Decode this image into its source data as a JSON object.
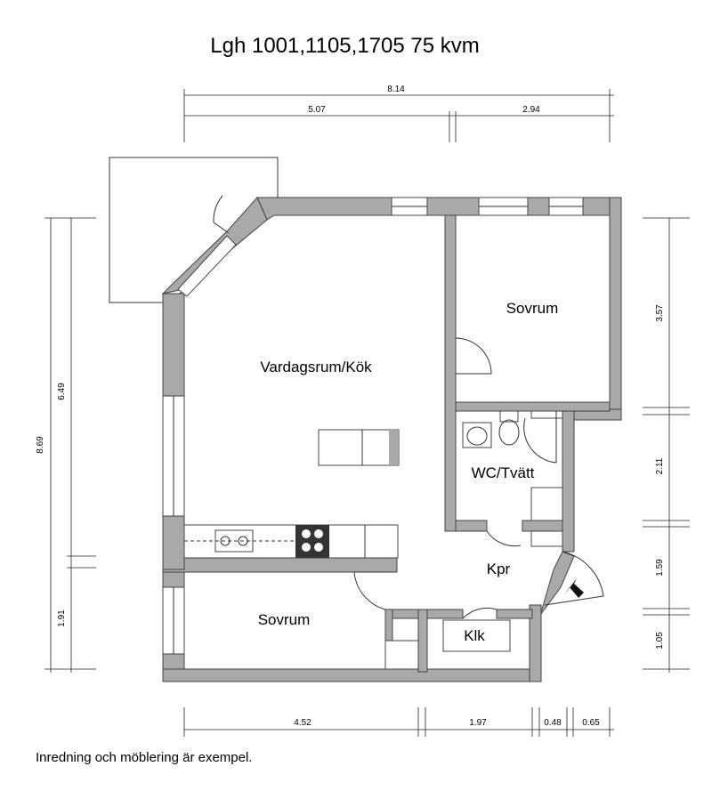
{
  "title": "Lgh 1001,1105,1705 75 kvm",
  "footer": "Inredning och möblering är exempel.",
  "rooms": {
    "living": "Vardagsrum/Kök",
    "bedroom_top": "Sovrum",
    "wc": "WC/Tvätt",
    "hall": "Kpr",
    "bedroom_bottom": "Sovrum",
    "closet": "Klk"
  },
  "dimensions": {
    "top_total": "8.14",
    "top_left": "5.07",
    "top_right": "2.94",
    "left_total": "8.69",
    "left_upper": "6.49",
    "left_lower": "1.91",
    "right_1": "3.57",
    "right_2": "2.11",
    "right_3": "1.59",
    "right_4": "1.05",
    "bottom_1": "4.52",
    "bottom_2": "1.97",
    "bottom_3": "0.48",
    "bottom_4": "0.65"
  }
}
